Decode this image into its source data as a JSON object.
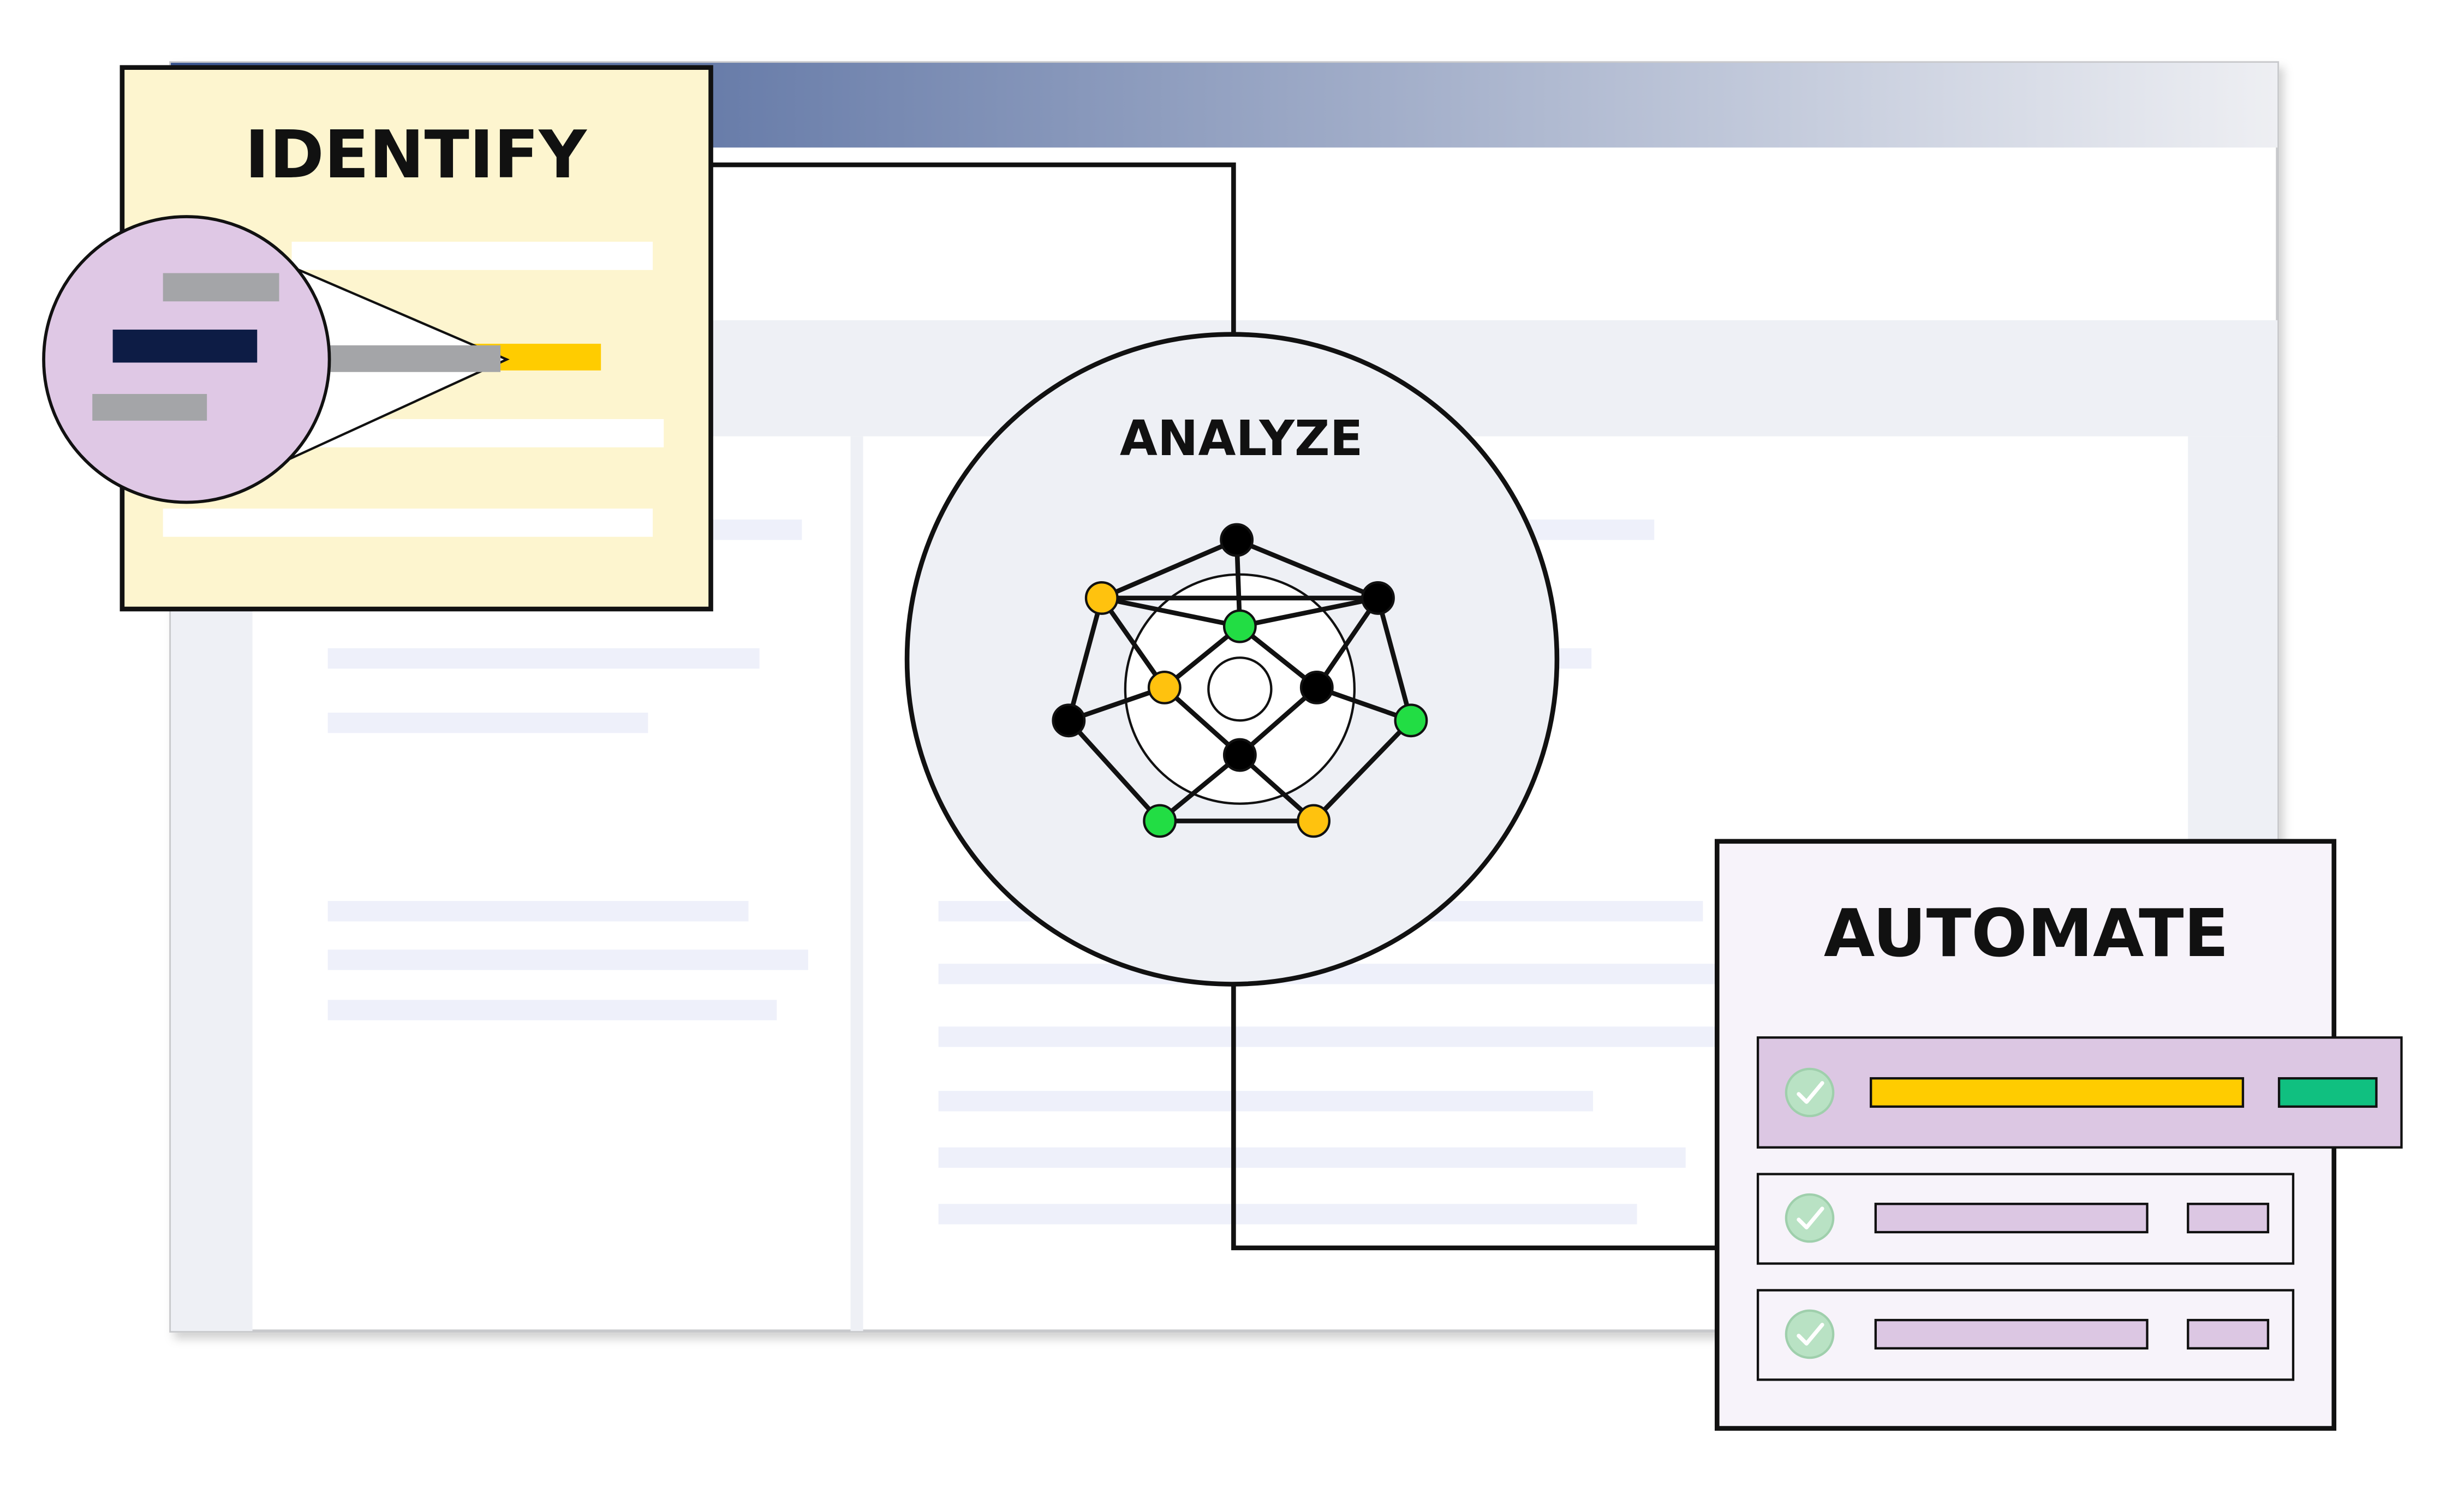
{
  "labels": {
    "identify": "IDENTIFY",
    "analyze": "ANALYZE",
    "automate": "AUTOMATE"
  },
  "colors": {
    "header_gradient_start": "#3a5590",
    "header_gradient_end": "#eeeff3",
    "identify_card": "#fdf5cf",
    "magnifier": "#dfc8e5",
    "highlight_yellow": "#ffcc00",
    "accent_green": "#10c080",
    "node_green": "#22dd44",
    "node_yellow": "#ffc20e",
    "node_black": "#000000",
    "navy_bar": "#0d1c45",
    "gray_bar": "#a4a5a8",
    "panel_lavender": "#f7f3fa",
    "row_lavender": "#dcc7e3",
    "check_circle": "#b9e2c4",
    "window_gray": "#eef0f5"
  },
  "icons": {
    "check": "check-circle-icon",
    "network": "network-graph-icon",
    "magnifier": "magnifier-icon"
  }
}
